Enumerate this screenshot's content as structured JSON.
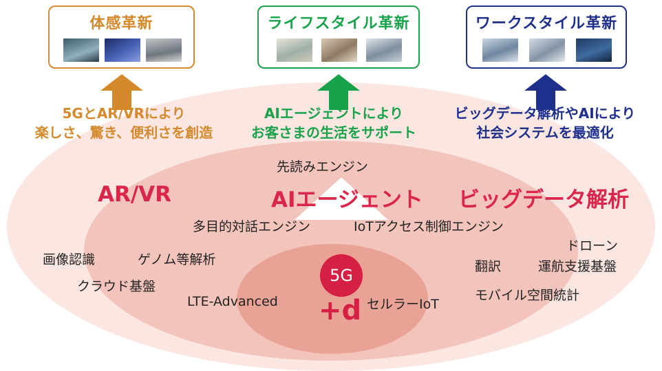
{
  "colors": {
    "orange": "#d4892b",
    "green": "#18a24a",
    "navy": "#1f2f8c",
    "red": "#d9264a",
    "outer_ellipse": "#fbe6e1",
    "middle_ellipse": "#f3c4bb",
    "inner_ellipse": "#e8a396"
  },
  "top_boxes": [
    {
      "title": "体感革新",
      "caption_line1": "5GとAR/VRにより",
      "caption_line2": "楽しさ、驚き、便利さを創造",
      "thumbnails": [
        "photo-thumbnail",
        "photo-thumbnail",
        "photo-thumbnail"
      ]
    },
    {
      "title": "ライフスタイル革新",
      "caption_line1": "AIエージェントにより",
      "caption_line2": "お客さまの生活をサポート",
      "thumbnails": [
        "photo-thumbnail",
        "photo-thumbnail",
        "photo-thumbnail"
      ]
    },
    {
      "title": "ワークスタイル革新",
      "caption_line1": "ビッグデータ解析やAIにより",
      "caption_line2": "社会システムを最適化",
      "thumbnails": [
        "photo-thumbnail",
        "photo-thumbnail",
        "photo-thumbnail"
      ]
    }
  ],
  "middle": {
    "ar_vr": "AR/VR",
    "ai_agent": "AIエージェント",
    "big_data": "ビッグデータ解析",
    "lookahead_engine": "先読みエンジン",
    "multi_dialog_engine": "多目的対話エンジン",
    "iot_access_engine": "IoTアクセス制御エンジン"
  },
  "outer_labels": {
    "image_recognition": "画像認識",
    "genome_analysis": "ゲノム等解析",
    "cloud_platform": "クラウド基盤",
    "drone": "ドローン",
    "flight_support_platform": "運航支援基盤",
    "translation": "翻訳",
    "mobile_spatial_stats": "モバイル空間統計"
  },
  "core": {
    "lte_advanced": "LTE-Advanced",
    "cellular_iot": "セルラーIoT",
    "badge": "5G",
    "plus_d": "+d"
  }
}
